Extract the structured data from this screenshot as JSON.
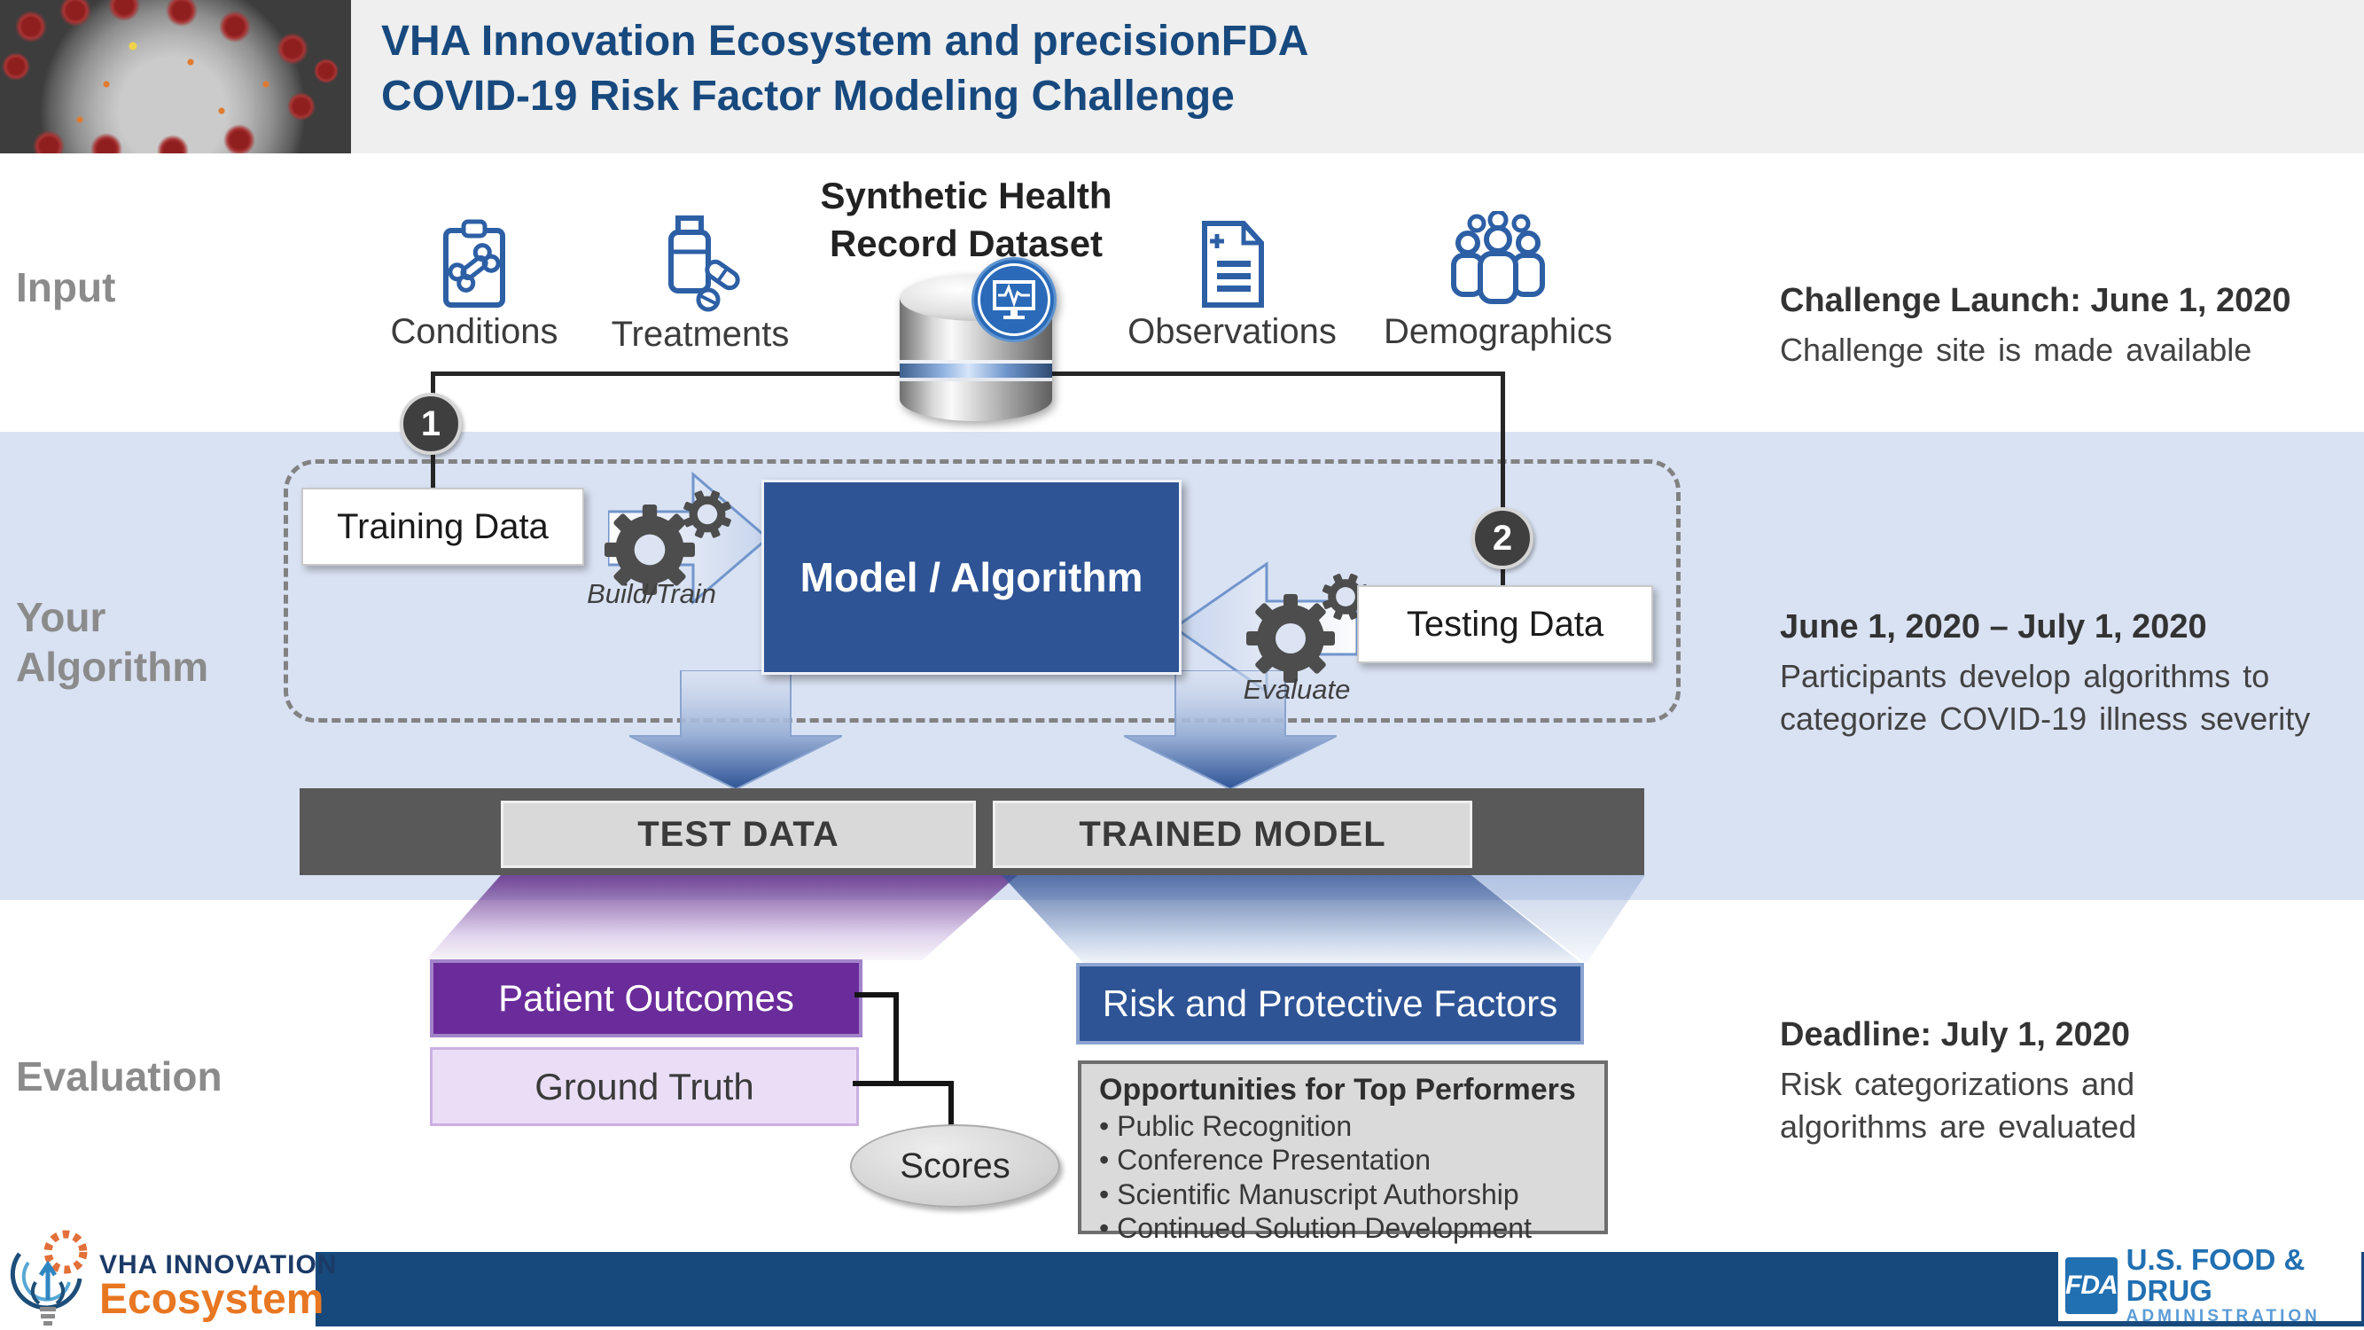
{
  "colors": {
    "title_blue": "#17497E",
    "icon_blue": "#2D5FA5",
    "model_blue": "#2E5496",
    "algo_band_blue": "#D9E2F3",
    "bar_gray": "#595959",
    "box_gray": "#D9D9D9",
    "outcomes_purple": "#6A2C9A",
    "ground_truth_lavender": "#EADEF6",
    "footer_blue": "#17497C",
    "ecosystem_orange": "#E87722",
    "fda_blue": "#2170B2"
  },
  "title": {
    "line1": "VHA Innovation Ecosystem and precisionFDA",
    "line2": "COVID-19 Risk Factor Modeling Challenge"
  },
  "sections": {
    "input": "Input",
    "algorithm_line1": "Your",
    "algorithm_line2": "Algorithm",
    "evaluation": "Evaluation"
  },
  "input_row": {
    "heading_line1": "Synthetic Health",
    "heading_line2": "Record Dataset",
    "conditions": "Conditions",
    "treatments": "Treatments",
    "observations": "Observations",
    "demographics": "Demographics"
  },
  "badges": {
    "step1": "1",
    "step2": "2"
  },
  "algorithm": {
    "training_data": "Training Data",
    "build_train": "Build/Train",
    "model": "Model / Algorithm",
    "testing_data": "Testing Data",
    "evaluate": "Evaluate"
  },
  "pipeline": {
    "test_data": "TEST DATA",
    "trained_model": "TRAINED MODEL"
  },
  "evaluation": {
    "patient_outcomes": "Patient Outcomes",
    "ground_truth": "Ground Truth",
    "scores": "Scores",
    "risk_factors": "Risk and Protective Factors",
    "opportunities_title": "Opportunities for Top Performers",
    "bullets": [
      "Public Recognition",
      "Conference Presentation",
      "Scientific Manuscript Authorship",
      "Continued Solution Development"
    ]
  },
  "timeline": {
    "launch_title": "Challenge Launch: June 1, 2020",
    "launch_desc": "Challenge site is made available",
    "develop_title": "June 1, 2020 – July 1, 2020",
    "develop_desc1": "Participants develop algorithms to",
    "develop_desc2": "categorize COVID-19 illness severity",
    "deadline_title": "Deadline: July 1, 2020",
    "deadline_desc1": "Risk categorizations and",
    "deadline_desc2": "algorithms are evaluated"
  },
  "footer": {
    "vha_top": "VHA INNOVATION",
    "vha_bottom": "Ecosystem",
    "fda_abbr": "FDA",
    "fda_name": "U.S. FOOD & DRUG",
    "fda_sub": "ADMINISTRATION"
  }
}
